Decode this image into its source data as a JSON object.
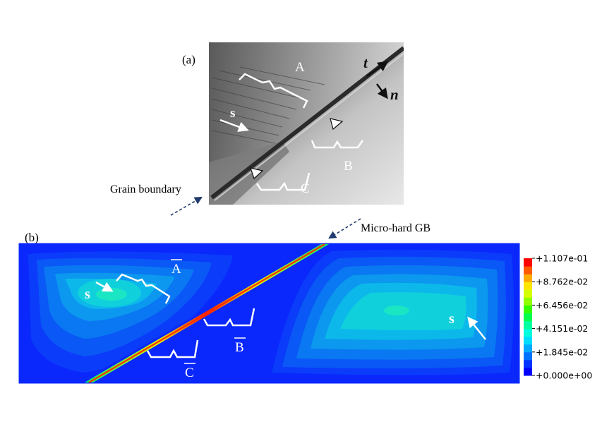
{
  "panel_a": {
    "label": "(a)",
    "regions": {
      "A": "A",
      "B": "B",
      "C": "C"
    },
    "slip_label": "s",
    "tangent_label": "t",
    "normal_label": "n",
    "grain_boundary_label": "Grain boundary"
  },
  "panel_b": {
    "label": "(b)",
    "regions": {
      "A": "A",
      "B": "B",
      "C": "C"
    },
    "slip_label_left": "s",
    "slip_label_right": "s",
    "micro_hard_label": "Micro-hard GB",
    "colorbar": {
      "ticks": [
        "+1.107e-01",
        "+8.762e-02",
        "+6.456e-02",
        "+4.151e-02",
        "+1.845e-02",
        "+0.000e+00"
      ],
      "colors": [
        "#0000ff",
        "#0033ff",
        "#0072ff",
        "#00aaff",
        "#00ddff",
        "#00ffdf",
        "#00ff9e",
        "#00ff4d",
        "#33ff00",
        "#90ff00",
        "#d4ff00",
        "#ffe600",
        "#ffaa00",
        "#ff5a00",
        "#ff0000"
      ]
    }
  }
}
